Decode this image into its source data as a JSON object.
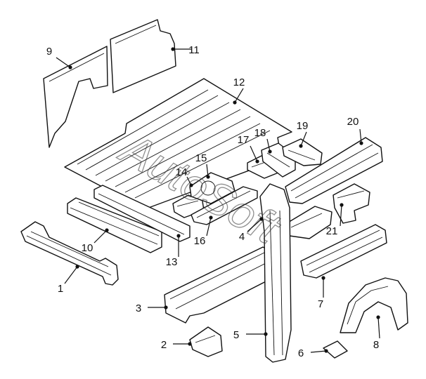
{
  "callouts": [
    {
      "label": "1"
    },
    {
      "label": "2"
    },
    {
      "label": "3"
    },
    {
      "label": "4"
    },
    {
      "label": "5"
    },
    {
      "label": "6"
    },
    {
      "label": "7"
    },
    {
      "label": "8"
    },
    {
      "label": "9"
    },
    {
      "label": "10"
    },
    {
      "label": "11"
    },
    {
      "label": "12"
    },
    {
      "label": "13"
    },
    {
      "label": "14"
    },
    {
      "label": "15"
    },
    {
      "label": "16"
    },
    {
      "label": "17"
    },
    {
      "label": "18"
    },
    {
      "label": "19"
    },
    {
      "label": "20"
    },
    {
      "label": "21"
    }
  ],
  "watermark": {
    "text": "AutoSoft"
  }
}
